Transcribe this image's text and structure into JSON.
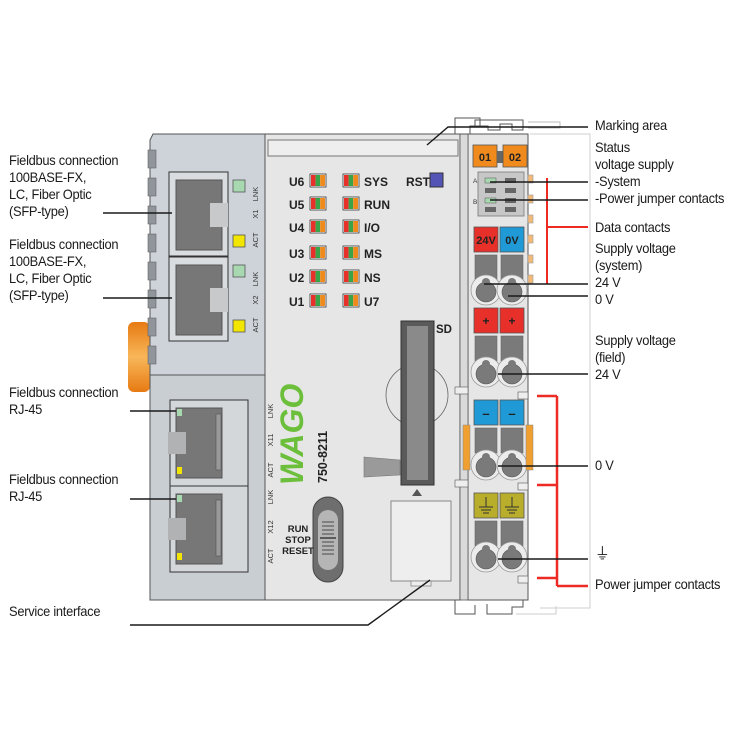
{
  "device": {
    "brand": "WAGO",
    "model": "750-8211",
    "reset_label": "RST",
    "sd_label": "SD",
    "mode_switch": [
      "RUN",
      "STOP",
      "RESET"
    ],
    "module_leds": [
      "01",
      "02"
    ],
    "status_led_rows": [
      "A",
      "B"
    ],
    "supply_terminals": {
      "plus24": "24V",
      "zero": "0V",
      "plus": "+",
      "minus": "–"
    },
    "port_labels": {
      "x1": [
        "LNK",
        "X1",
        "ACT"
      ],
      "x2": [
        "LNK",
        "X2",
        "ACT"
      ],
      "x11": [
        "LNK",
        "X11",
        "ACT"
      ],
      "x12": [
        "LNK",
        "X12",
        "ACT"
      ]
    },
    "led_left": [
      "U6",
      "U5",
      "U4",
      "U3",
      "U2",
      "U1"
    ],
    "led_right": [
      "SYS",
      "RUN",
      "I/O",
      "MS",
      "NS",
      "U7"
    ]
  },
  "callouts_left": [
    {
      "id": "fiber-1",
      "text": "Fieldbus connection\n100BASE-FX,\nLC, Fiber Optic\n(SFP-type)"
    },
    {
      "id": "fiber-2",
      "text": "Fieldbus connection\n100BASE-FX,\nLC, Fiber Optic\n(SFP-type)"
    },
    {
      "id": "rj45-1",
      "text": "Fieldbus connection\nRJ-45"
    },
    {
      "id": "rj45-2",
      "text": "Fieldbus connection\nRJ-45"
    },
    {
      "id": "service",
      "text": "Service interface"
    }
  ],
  "callouts_right": [
    {
      "id": "marking",
      "text": "Marking area"
    },
    {
      "id": "status",
      "text": "Status\nvoltage supply\n-System\n-Power jumper contacts"
    },
    {
      "id": "data",
      "text": "Data contacts"
    },
    {
      "id": "supply-system",
      "text": "Supply voltage\n(system)\n24 V\n0 V"
    },
    {
      "id": "supply-field",
      "text": "Supply voltage\n(field)\n24 V"
    },
    {
      "id": "zero-v",
      "text": "0 V"
    },
    {
      "id": "ground",
      "text": "⏚"
    },
    {
      "id": "power-jumper",
      "text": "Power jumper contacts"
    }
  ],
  "colors": {
    "housing": "#e6e6e6",
    "housing_dark": "#c9ced3",
    "port": "#777777",
    "orange": "#f08a1c",
    "red": "#e8302a",
    "blue": "#1f9ad6",
    "yellow_green": "#b9ad2c",
    "wago_green": "#6cbf3a",
    "bracket_red": "#ee2a24"
  }
}
